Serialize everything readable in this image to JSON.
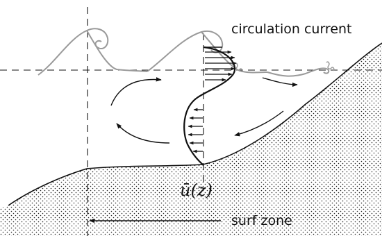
{
  "labels": {
    "circulation": "circulation current",
    "surf_zone": "surf zone",
    "velocity": "ū(z)"
  },
  "colors": {
    "ink": "#111111",
    "wave": "#9a9a9a",
    "sand_dots": "#222222",
    "background": "#ffffff"
  },
  "icons": {
    "arrow": "arrow-icon",
    "sand": "sand-texture"
  }
}
